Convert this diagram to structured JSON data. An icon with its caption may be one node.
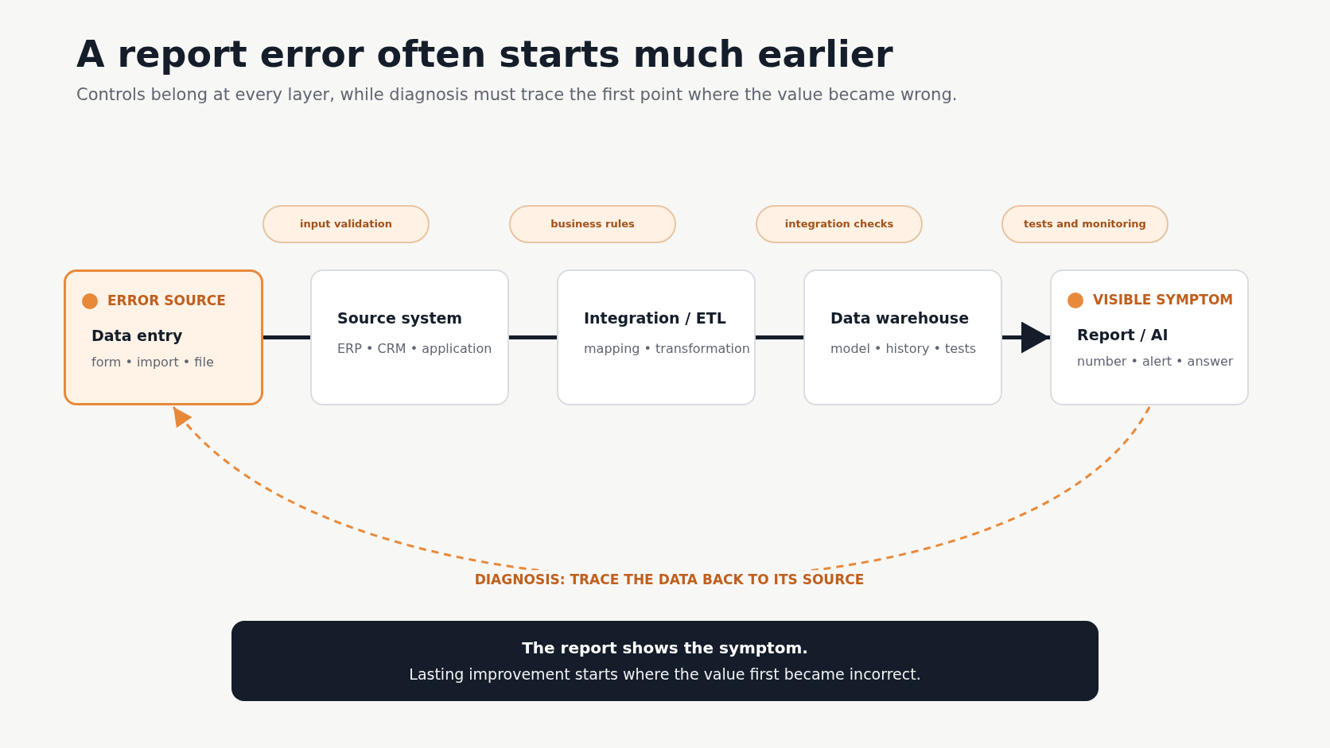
{
  "diagram": {
    "title": "A report error often starts much earlier",
    "caption": "Controls belong at every layer, while diagnosis must trace the first point where the value became wrong.",
    "nodes": [
      {
        "text": [
          "ERROR SOURCE",
          "Data entry",
          "form • import • file"
        ]
      },
      {
        "text": [
          "Source system",
          "ERP • CRM • application"
        ]
      },
      {
        "text": [
          "Integration / ETL",
          "mapping • transformation"
        ]
      },
      {
        "text": [
          "Data warehouse",
          "model • history • tests"
        ]
      },
      {
        "text": [
          "VISIBLE SYMPTOM",
          "Report / AI",
          "number • alert • answer"
        ]
      },
      {
        "text": [
          "input validation"
        ]
      },
      {
        "text": [
          "business rules"
        ]
      },
      {
        "text": [
          "integration checks"
        ]
      },
      {
        "text": [
          "tests and monitoring"
        ]
      },
      {
        "text": [
          "The report shows the symptom.",
          "Lasting improvement starts where the value first became incorrect."
        ]
      }
    ],
    "edges": [
      {
        "from": 0,
        "to": 1,
        "arrow": "none"
      },
      {
        "from": 1,
        "to": 2,
        "arrow": "none"
      },
      {
        "from": 2,
        "to": 3,
        "arrow": "none"
      },
      {
        "from": 3,
        "to": 4,
        "arrow": "to"
      },
      {
        "from": 4,
        "to": 0,
        "arrow": "to",
        "label": "DIAGNOSIS: TRACE THE DATA BACK TO ITS SOURCE",
        "style": "dashed",
        "color": "#e8893a"
      }
    ]
  }
}
